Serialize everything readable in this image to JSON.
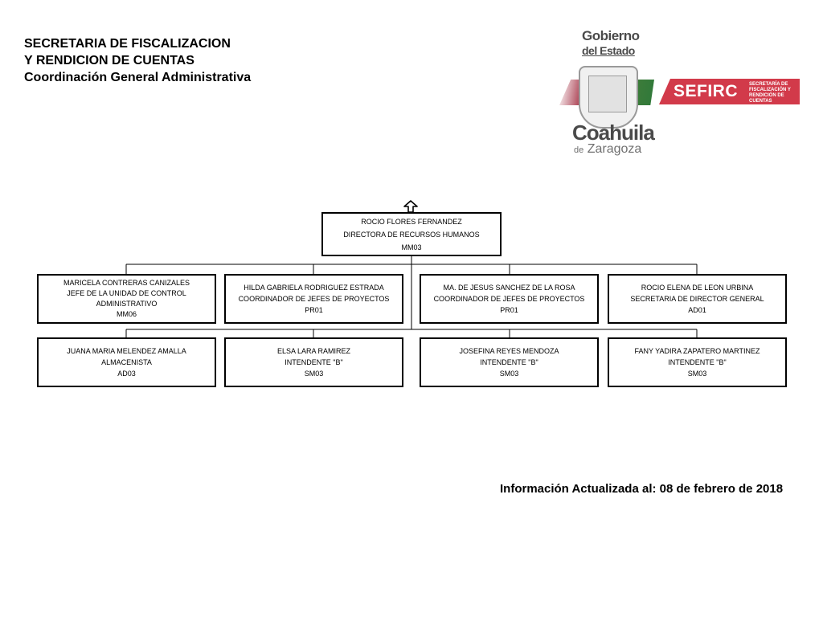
{
  "header": {
    "line1": "SECRETARIA DE FISCALIZACION",
    "line2": "Y RENDICION DE CUENTAS",
    "line3": "Coordinación General Administrativa"
  },
  "logo": {
    "gobierno": "Gobierno",
    "del_estado": "del Estado",
    "coahuila": "Coahuila",
    "de": "de",
    "zaragoza": "Zaragoza",
    "sefirc": "SEFIRC",
    "sefirc_subtitle": "SECRETARÍA DE FISCALIZACIÓN Y RENDICIÓN DE CUENTAS",
    "colors": {
      "red": "#d23a4a",
      "wine": "#9b1b30",
      "green": "#3c7b3a",
      "gray": "#4a4a4a"
    }
  },
  "org": {
    "director": {
      "name": "ROCIO FLORES FERNANDEZ",
      "title": "DIRECTORA DE RECURSOS HUMANOS",
      "code": "MM03"
    },
    "row1": [
      {
        "name": "MARICELA CONTRERAS CANIZALES",
        "title": "JEFE DE LA UNIDAD DE CONTROL",
        "title2": "ADMINISTRATIVO",
        "code": "MM06"
      },
      {
        "name": "HILDA GABRIELA RODRIGUEZ ESTRADA",
        "title": "COORDINADOR DE JEFES DE PROYECTOS",
        "code": "PR01"
      },
      {
        "name": "MA. DE JESUS SANCHEZ DE LA ROSA",
        "title": "COORDINADOR DE JEFES DE PROYECTOS",
        "code": "PR01"
      },
      {
        "name": "ROCIO ELENA DE LEON URBINA",
        "title": "SECRETARIA  DE DIRECTOR GENERAL",
        "code": "AD01"
      }
    ],
    "row2": [
      {
        "name": "JUANA MARIA MELENDEZ AMALLA",
        "title": "ALMACENISTA",
        "code": "AD03"
      },
      {
        "name": "ELSA LARA RAMIREZ",
        "title": "INTENDENTE \"B\"",
        "code": "SM03"
      },
      {
        "name": "JOSEFINA REYES MENDOZA",
        "title": "INTENDENTE \"B\"",
        "code": "SM03"
      },
      {
        "name": "FANY YADIRA ZAPATERO MARTINEZ",
        "title": "INTENDENTE \"B\"",
        "code": "SM03"
      }
    ]
  },
  "footer": {
    "update_note": "Información Actualizada al: 08 de febrero de 2018"
  }
}
